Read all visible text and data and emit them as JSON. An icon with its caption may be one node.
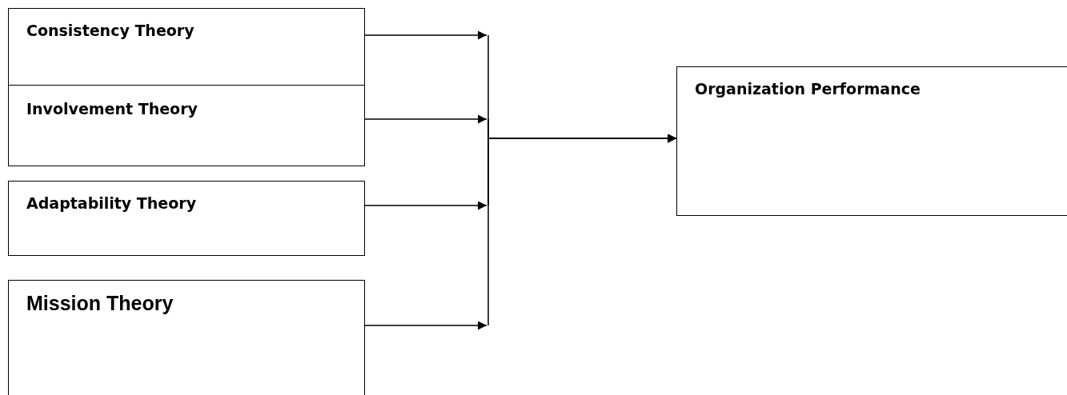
{
  "diagram": {
    "nodes": [
      {
        "text": [
          "Consistency Theory"
        ]
      },
      {
        "text": [
          "Involvement Theory"
        ]
      },
      {
        "text": [
          "Adaptability Theory"
        ]
      },
      {
        "text": [
          "Mission Theory"
        ]
      },
      {
        "text": [
          "Organization Performance"
        ]
      }
    ],
    "edges": [
      {
        "from": 0,
        "to": 4,
        "arrow": "to"
      },
      {
        "from": 1,
        "to": 4,
        "arrow": "to"
      },
      {
        "from": 2,
        "to": 4,
        "arrow": "to"
      },
      {
        "from": 3,
        "to": 4,
        "arrow": "to"
      }
    ]
  }
}
